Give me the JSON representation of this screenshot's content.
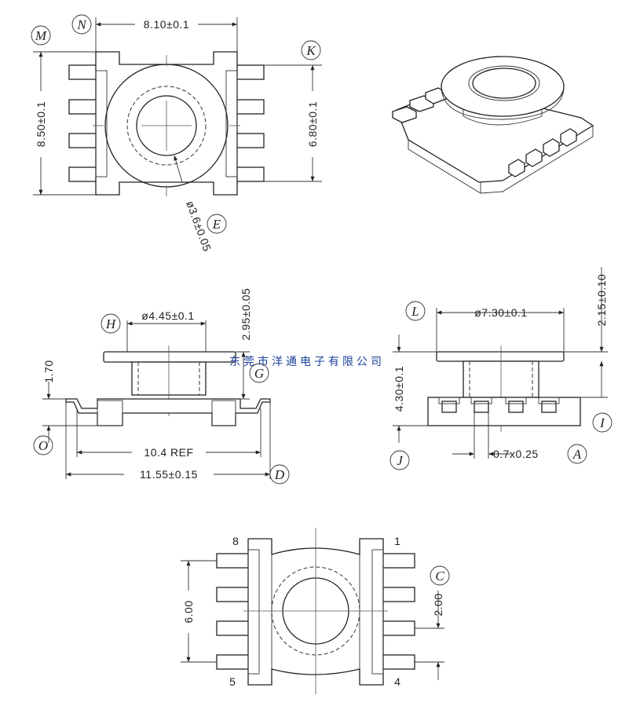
{
  "top_view": {
    "dim_width": "8.10±0.1",
    "dim_height": "8.50±0.1",
    "dim_pin_span": "6.80±0.1",
    "dim_hole": "ø3.6±0.05",
    "label_m": "M",
    "label_n": "N",
    "label_k": "K",
    "label_e": "E"
  },
  "side_view_left": {
    "dim_flange": "ø4.45±0.1",
    "dim_height": "2.95±0.05",
    "dim_base": "1.70",
    "dim_ref": "10.4 REF",
    "dim_overall": "11.55±0.15",
    "label_h": "H",
    "label_g": "G",
    "label_o": "O",
    "label_d": "D"
  },
  "side_view_right": {
    "dim_flange": "ø7.30±0.1",
    "dim_top": "2.15±0.10",
    "dim_body": "4.30±0.1",
    "dim_pin": "0.7x0.25",
    "label_l": "L",
    "label_i": "I",
    "label_j": "J",
    "label_a": "A"
  },
  "bottom_view": {
    "pin_1": "1",
    "pin_4": "4",
    "pin_5": "5",
    "pin_8": "8",
    "dim_span": "6.00",
    "dim_pitch": "2.00",
    "label_c": "C"
  },
  "watermark": "东莞市洋通电子有限公司"
}
